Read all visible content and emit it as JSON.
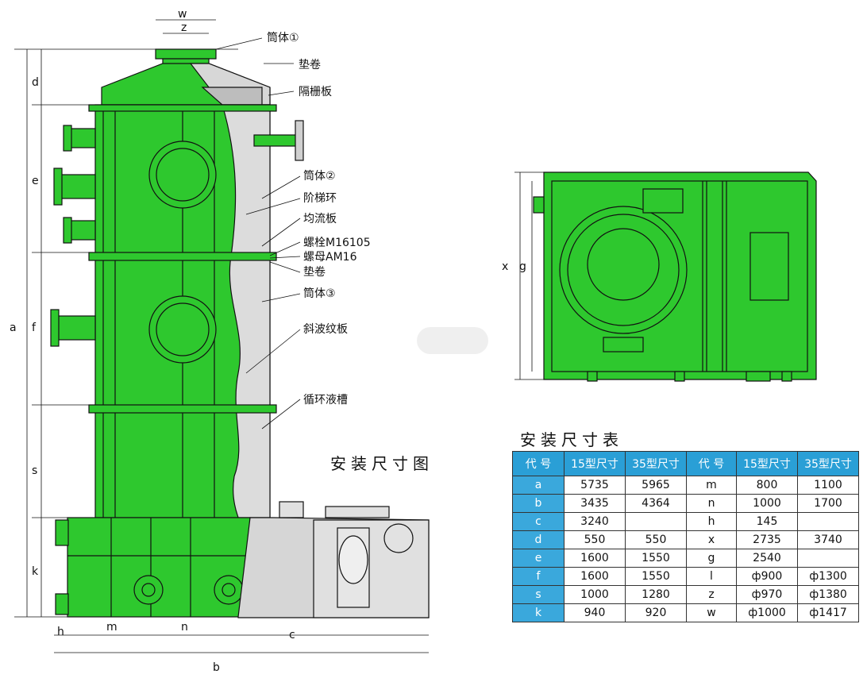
{
  "labels": {
    "shell1": "筒体①",
    "gasket1": "垫卷",
    "grid_plate": "隔栅板",
    "shell2": "筒体②",
    "step_ring": "阶梯环",
    "flow_plate": "均流板",
    "bolt": "螺栓M16105",
    "nut": "螺母AM16",
    "gasket2": "垫卷",
    "shell3": "筒体③",
    "corrugated": "斜波纹板",
    "tank": "循环液槽"
  },
  "dims": {
    "w": "w",
    "z": "z",
    "d": "d",
    "e": "e",
    "a": "a",
    "f": "f",
    "s": "s",
    "k": "k",
    "h": "h",
    "m": "m",
    "n": "n",
    "c": "c",
    "b": "b",
    "x": "x",
    "g": "g"
  },
  "drawing_title": "安装尺寸图",
  "table": {
    "title": "安装尺寸表",
    "headers": [
      "代 号",
      "15型尺寸",
      "35型尺寸",
      "代 号",
      "15型尺寸",
      "35型尺寸"
    ],
    "rows": [
      [
        "a",
        "5735",
        "5965",
        "m",
        "800",
        "1100"
      ],
      [
        "b",
        "3435",
        "4364",
        "n",
        "1000",
        "1700"
      ],
      [
        "c",
        "3240",
        "",
        "h",
        "145",
        ""
      ],
      [
        "d",
        "550",
        "550",
        "x",
        "2735",
        "3740"
      ],
      [
        "e",
        "1600",
        "1550",
        "g",
        "2540",
        ""
      ],
      [
        "f",
        "1600",
        "1550",
        "l",
        "ф900",
        "ф1300"
      ],
      [
        "s",
        "1000",
        "1280",
        "z",
        "ф970",
        "ф1380"
      ],
      [
        "k",
        "940",
        "920",
        "w",
        "ф1000",
        "ф1417"
      ]
    ]
  },
  "colors": {
    "body_green": "#2ec82e",
    "line": "#111111",
    "table_header": "#2a9fd6",
    "table_code": "#3aa8dc"
  }
}
